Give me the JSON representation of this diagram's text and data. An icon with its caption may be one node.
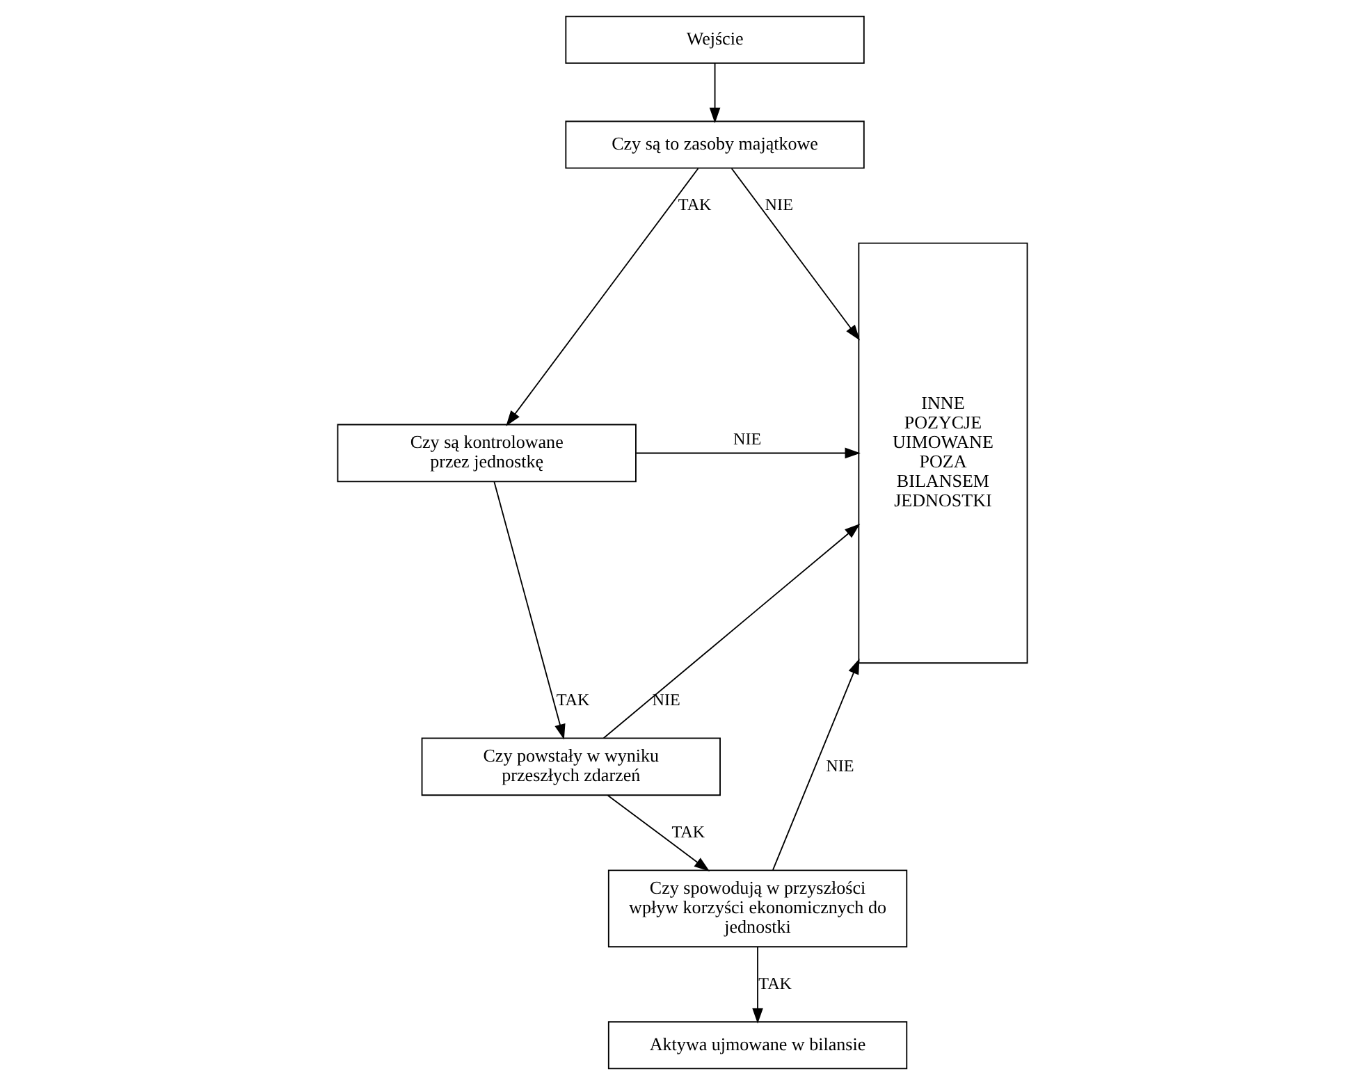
{
  "diagram": {
    "nodes": [
      {
        "text": [
          "Wejście"
        ]
      },
      {
        "text": [
          "Czy są to zasoby majątkowe"
        ]
      },
      {
        "text": [
          "Czy są kontrolowane przez jednostkę"
        ]
      },
      {
        "text": [
          "Czy powstały w wyniku przeszłych zdarzeń"
        ]
      },
      {
        "text": [
          "Czy spowodują w przyszłości wpływ korzyści ekonomicznych do jednostki"
        ]
      },
      {
        "text": [
          "INNE POZYCJE UIMOWANE POZA BILANSEM JEDNOSTKI"
        ]
      },
      {
        "text": [
          "Aktywa ujmowane w bilansie"
        ]
      }
    ],
    "edges": [
      {
        "from": 0,
        "to": 1,
        "arrow": "to"
      },
      {
        "from": 1,
        "to": 5,
        "arrow": "to",
        "label": "NIE"
      },
      {
        "from": 1,
        "to": 2,
        "arrow": "to",
        "label": "TAK"
      },
      {
        "from": 2,
        "to": 5,
        "arrow": "to",
        "label": "NIE"
      },
      {
        "from": 2,
        "to": 3,
        "arrow": "to",
        "label": "TAK"
      },
      {
        "from": 3,
        "to": 5,
        "arrow": "to",
        "label": "NIE"
      },
      {
        "from": 3,
        "to": 4,
        "arrow": "to",
        "label": "TAK"
      },
      {
        "from": 4,
        "to": 5,
        "arrow": "to",
        "label": "NIE"
      },
      {
        "from": 4,
        "to": 6,
        "arrow": "to",
        "label": "TAK"
      }
    ]
  }
}
